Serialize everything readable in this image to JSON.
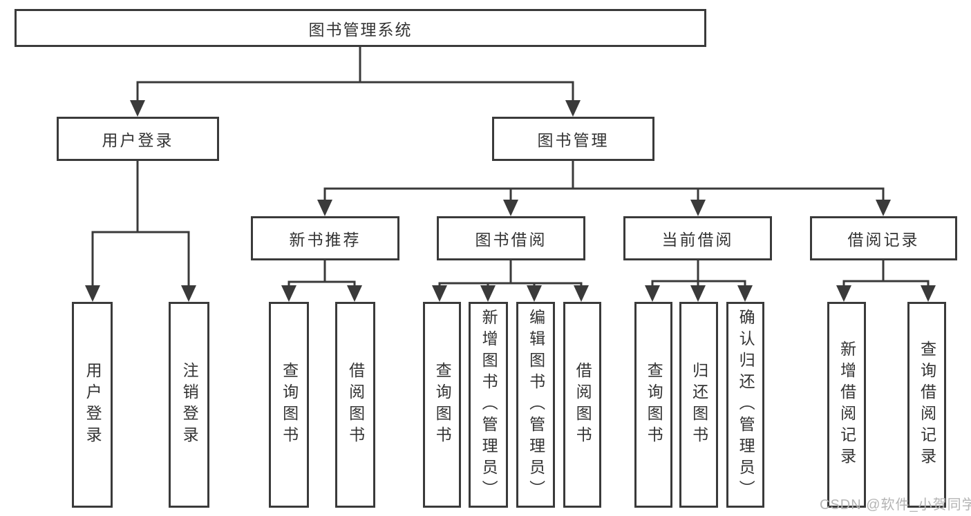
{
  "diagram": {
    "root": "图书管理系统",
    "login": {
      "label": "用户登录",
      "children": [
        "用户登录",
        "注销登录"
      ]
    },
    "management": {
      "label": "图书管理",
      "sections": [
        {
          "label": "新书推荐",
          "children": [
            "查询图书",
            "借阅图书"
          ]
        },
        {
          "label": "图书借阅",
          "children": [
            "查询图书",
            "新增图书（管理员）",
            "编辑图书（管理员）",
            "借阅图书"
          ]
        },
        {
          "label": "当前借阅",
          "children": [
            "查询图书",
            "归还图书",
            "确认归还（管理员）"
          ]
        },
        {
          "label": "借阅记录",
          "children": [
            "新增借阅记录",
            "查询借阅记录"
          ]
        }
      ]
    }
  },
  "watermark": "CSDN @软件_小贺同学",
  "colors": {
    "line": "#3a3a3a",
    "text": "#333333",
    "watermark": "#b4b4b4",
    "background": "#ffffff"
  }
}
